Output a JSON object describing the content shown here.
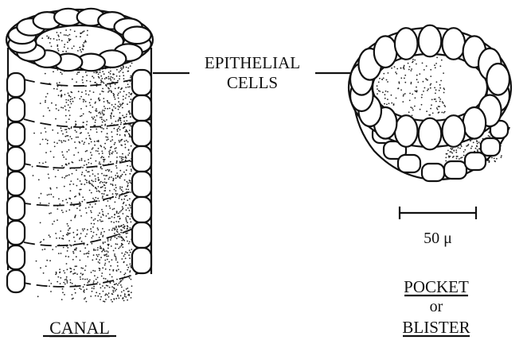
{
  "labels": {
    "epithelial_line1": "EPITHELIAL",
    "epithelial_line2": "CELLS",
    "scale_value": "50 μ",
    "canal": "CANAL",
    "pocket": "POCKET",
    "or": "or",
    "blister": "BLISTER"
  }
}
